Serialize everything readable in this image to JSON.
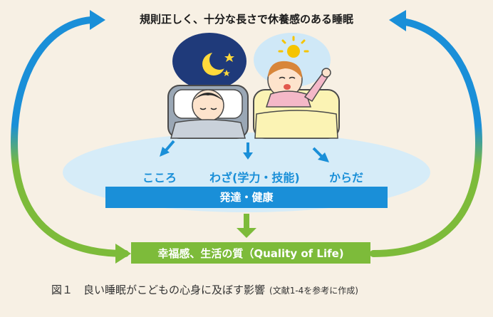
{
  "title": "規則正しく、十分な長さで休養感のある睡眠",
  "effects": {
    "mind": "こころ",
    "skills": "わざ(学力・技能)",
    "body": "からだ"
  },
  "band": "発達・健康",
  "outcome": "幸福感、生活の質（Quality of Life)",
  "caption": {
    "main": "図１　良い睡眠がこどもの心身に及ぼす影響",
    "note": "(文献1-4を参考に作成)"
  },
  "colors": {
    "cycle_blue": "#1a8fd8",
    "cycle_green": "#7dbb3a",
    "band_blue": "#1a8fd8",
    "ellipse": "#d6ecf8",
    "night_sky": "#1f3a7a",
    "day_sky": "#cfe8f7",
    "sun": "#f5c400"
  },
  "icons": [
    "moon-icon",
    "star-icon",
    "sun-icon"
  ]
}
